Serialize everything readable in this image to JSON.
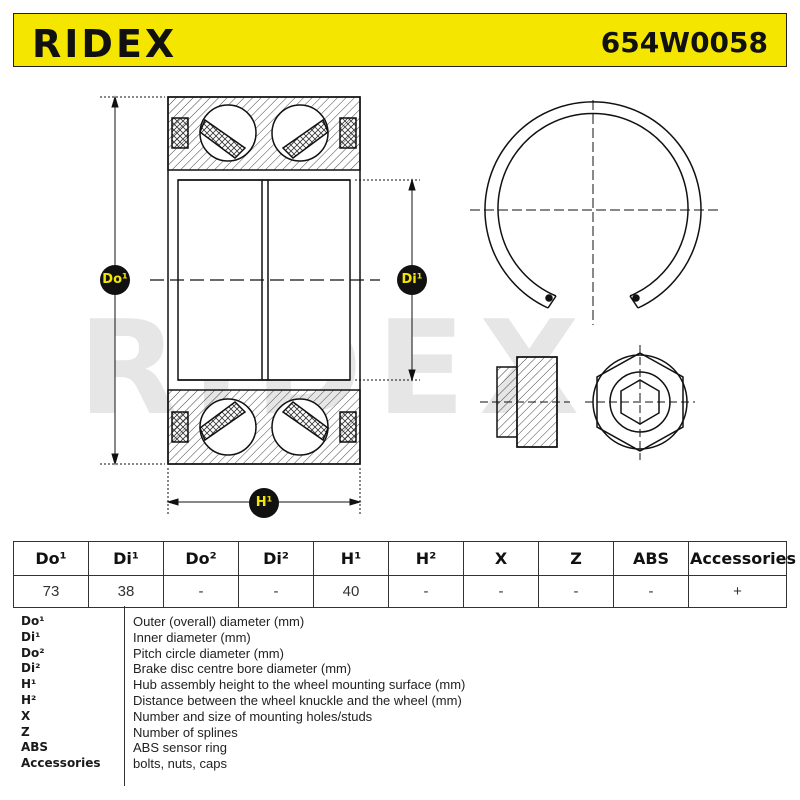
{
  "header": {
    "brand": "RIDEX",
    "part_number": "654W0058"
  },
  "watermark": "RIDEX",
  "dimension_labels": {
    "outer": "Do¹",
    "inner": "Di¹",
    "height": "H¹"
  },
  "spec_table": {
    "columns": [
      "Do¹",
      "Di¹",
      "Do²",
      "Di²",
      "H¹",
      "H²",
      "X",
      "Z",
      "ABS",
      "Accessories"
    ],
    "values": [
      "73",
      "38",
      "-",
      "-",
      "40",
      "-",
      "-",
      "-",
      "-",
      "+"
    ]
  },
  "legend": [
    {
      "abbr": "Do¹",
      "desc": "Outer (overall) diameter (mm)"
    },
    {
      "abbr": "Di¹",
      "desc": "Inner diameter (mm)"
    },
    {
      "abbr": "Do²",
      "desc": "Pitch circle diameter (mm)"
    },
    {
      "abbr": "Di²",
      "desc": "Brake disc centre bore diameter (mm)"
    },
    {
      "abbr": "H¹",
      "desc": "Hub assembly height to the wheel mounting surface (mm)"
    },
    {
      "abbr": "H²",
      "desc": "Distance between the wheel knuckle and the wheel (mm)"
    },
    {
      "abbr": "X",
      "desc": "Number and size of mounting holes/studs"
    },
    {
      "abbr": "Z",
      "desc": "Number of splines"
    },
    {
      "abbr": "ABS",
      "desc": "ABS sensor ring"
    },
    {
      "abbr": "Accessories",
      "desc": "bolts, nuts, caps"
    }
  ]
}
